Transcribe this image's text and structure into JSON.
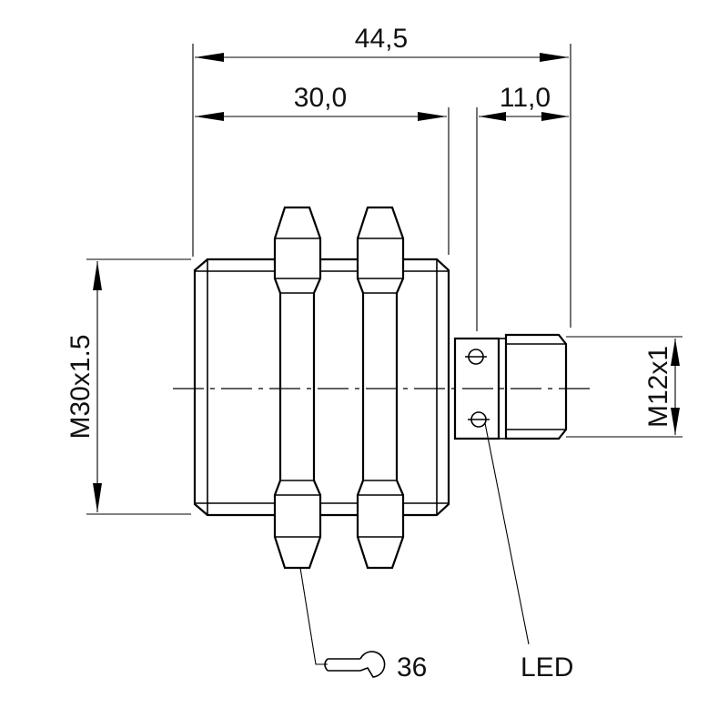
{
  "dimensions": {
    "overall_length": "44,5",
    "body_length": "30,0",
    "connector_length": "11,0",
    "body_thread": "M30x1.5",
    "connector_thread": "M12x1"
  },
  "labels": {
    "wrench_size": "36",
    "led": "LED"
  },
  "icons": {
    "wrench": "wrench-icon"
  }
}
